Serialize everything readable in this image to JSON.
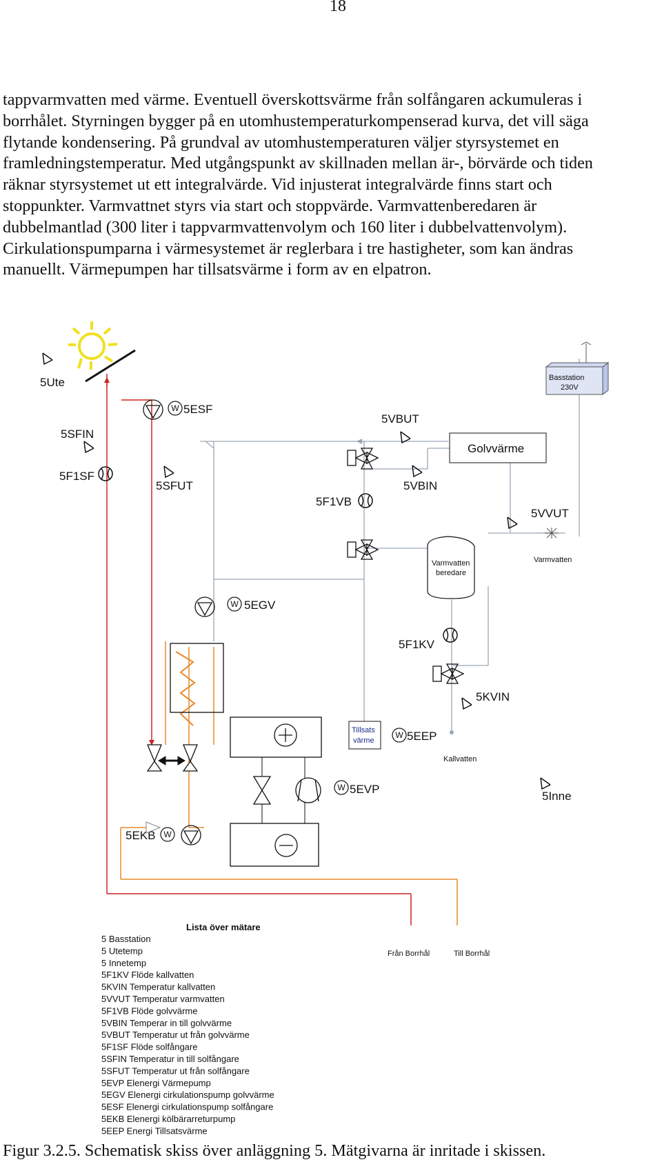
{
  "page_number": "18",
  "body_lines": [
    "tappvarmvatten med värme. Eventuell överskottsvärme från solfångaren ackumuleras i",
    "borrhålet. Styrningen bygger på en utomhustemperaturkompenserad kurva, det vill säga",
    "flytande kondensering. På grundval av utomhustemperaturen väljer styrsystemet en",
    "framledningstemperatur. Med utgångspunkt av skillnaden mellan är-, börvärde och tiden",
    "räknar styrsystemet ut ett integralvärde. Vid injusterat integralvärde finns start och",
    "stoppunkter. Varmvattnet styrs via start och stoppvärde. Varmvattenberedaren är",
    "dubbelmantlad (300 liter i tappvarmvattenvolym och 160 liter i dubbelvattenvolym).",
    "Cirkulationspumparna i värmesystemet är reglerbara i tre hastigheter, som kan ändras",
    "manuellt. Värmepumpen har tillsatsvärme i form av en elpatron."
  ],
  "diagram": {
    "labels": {
      "ute": "5Ute",
      "basstation_1": "Basstation",
      "basstation_2": "230V",
      "esf": "5ESF",
      "sfin": "5SFIN",
      "vbut": "5VBUT",
      "golvvarme": "Golvvärme",
      "f1sf": "5F1SF",
      "sfut": "5SFUT",
      "vbin": "5VBIN",
      "f1vb": "5F1VB",
      "vvut": "5VVUT",
      "beredare_1": "Varmvatten",
      "beredare_2": "beredare",
      "varmvatten": "Varmvatten",
      "egv": "5EGV",
      "f1kv": "5F1KV",
      "kvin": "5KVIN",
      "tillsats_1": "Tillsats",
      "tillsats_2": "värme",
      "eep": "5EEP",
      "kallvatten": "Kallvatten",
      "evp": "5EVP",
      "inne": "5Inne",
      "ekb": "5EKB",
      "fran_borrhal": "Från Borrhål",
      "till_borrhal": "Till Borrhål",
      "meter_symbol": "W"
    },
    "legend_title": "Lista över mätare",
    "legend_items": [
      "5 Basstation",
      "5 Utetemp",
      "5 Innetemp",
      "5F1KV Flöde kallvatten",
      "5KVIN Temperatur kallvatten",
      "5VVUT Temperatur varmvatten",
      "5F1VB Flöde golvvärme",
      "5VBIN Temperar in till golvvärme",
      "5VBUT Temperatur ut från golvvärme",
      "5F1SF Flöde solfångare",
      "5SFIN Temperatur in till solfångare",
      "5SFUT Temperatur ut från solfångare",
      "5EVP Elenergi Värmepump",
      "5EGV Elenergi cirkulationspump golvvärme",
      "5ESF Elenergi cirkulationspump solfångare",
      "5EKB Elenergi kölbärarreturpump",
      "5EEP Energi Tillsatsvärme"
    ],
    "colors": {
      "solar_loop": "#cc2222",
      "brine_loop": "#e8882a",
      "water_lines": "#9aa6b6",
      "sun": "#f0e020",
      "basstation_box": "#b9c6e6"
    }
  },
  "caption": "Figur 3.2.5. Schematisk skiss över anläggning 5. Mätgivarna är inritade i skissen."
}
